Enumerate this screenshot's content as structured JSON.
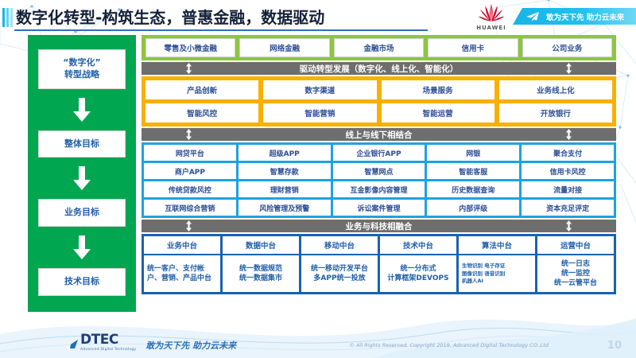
{
  "header": {
    "title": "数字化转型-构筑生态，普惠金融，数据驱动",
    "brand": "HUAWEI",
    "banner_text": "敢为天下先 助力云未来",
    "plane_icon": "paper-plane-icon"
  },
  "sidebar": {
    "items": [
      {
        "label": "“数字化”\n转型战略"
      },
      {
        "label": "整体目标"
      },
      {
        "label": "业务目标"
      },
      {
        "label": "技术目标"
      }
    ]
  },
  "business_lines": {
    "items": [
      "零售及小微金融",
      "网络金融",
      "金融市场",
      "信用卡",
      "公司业务"
    ]
  },
  "connectors": {
    "driving": "驱动转型发展（数字化、线上化、智能化）",
    "online_offline": "线上与线下相结合",
    "business_tech": "业务与科技相融合",
    "arrow_icon": "double-arrow-vertical-icon"
  },
  "overall_goals": {
    "rows": [
      [
        "产品创新",
        "数字渠道",
        "场景服务",
        "业务线上化"
      ],
      [
        "智能风控",
        "智能营销",
        "智能运营",
        "开放银行"
      ]
    ]
  },
  "business_goals": {
    "rows": [
      [
        "网贷平台",
        "超级APP",
        "企业银行APP",
        "网银",
        "聚合支付"
      ],
      [
        "商户APP",
        "智慧存款",
        "智慧网点",
        "智能客服",
        "信用卡风控"
      ],
      [
        "传统贷款风控",
        "理财营销",
        "互金影像内容管理",
        "历史数据查询",
        "流量对接"
      ],
      [
        "互联网综合营销",
        "风险管理及预警",
        "诉讼案件管理",
        "内部评级",
        "资本充足评定"
      ]
    ]
  },
  "tech_goals": {
    "columns": [
      {
        "head": "业务中台",
        "body": "统一客户、支付帐户、营销、产品中台",
        "style": "left"
      },
      {
        "head": "数据中台",
        "body": "统一数据规范\n统一数据集市",
        "style": "center"
      },
      {
        "head": "移动中台",
        "body": "统一移动开发平台\n多APP统一投放",
        "style": "center"
      },
      {
        "head": "技术中台",
        "body": "统一分布式\n计算框架DEVOPS",
        "style": "center"
      },
      {
        "head": "算法中台",
        "body": "生物识别 电子存证\n图像识别 语音识别\n机器人AI",
        "style": "tiny"
      },
      {
        "head": "运营中台",
        "body": "统一日志\n统一监控\n统一云管平台",
        "style": "center"
      }
    ]
  },
  "footer": {
    "logo_word": "DTEC",
    "logo_sub": "Advanced Digital Technology",
    "slogan": "敢为天下先  助力云未来",
    "copyright": "© All Rights Reserved. Copyright 2019, Advanced Digital Technology CO.,Ltd",
    "page_number": "10"
  },
  "colors": {
    "sidebar_green": "#00a650",
    "band_green": "#8cc63f",
    "band_orange": "#f9b000",
    "band_blue": "#1ea2e0",
    "band_dark_blue": "#1763b0",
    "connector_gray": "#6e6e6e",
    "text_blue": "#2c4f96",
    "huawei_red": "#cf0a2c"
  }
}
